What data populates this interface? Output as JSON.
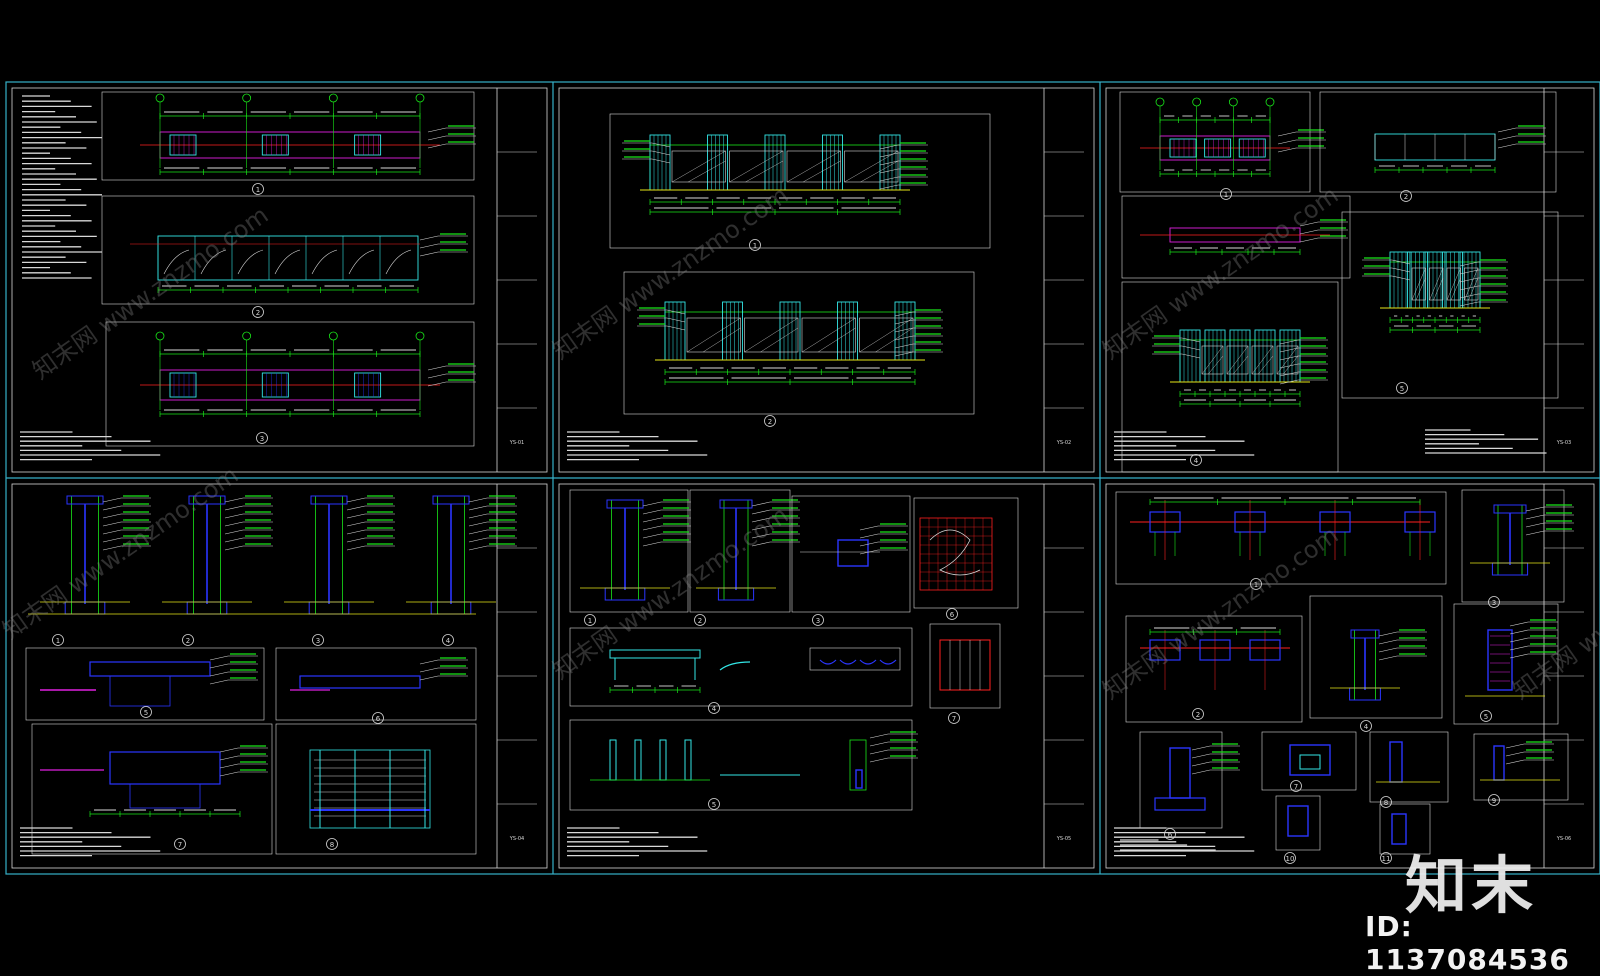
{
  "watermark": {
    "logo_text": "知末",
    "id_text": "ID: 1137084536",
    "diagonal_text": "知末网 www.znzmo.com"
  },
  "colors": {
    "background": "#000000",
    "frame": "#36b0c8",
    "green": "#19e619",
    "cyan": "#33e6e6",
    "white": "#d8d8d8",
    "red": "#ff2020",
    "magenta": "#e020e0",
    "blue": "#2a35ff",
    "yellow": "#e6e619",
    "watermark": "#f2f2f2"
  },
  "sheets": [
    {
      "id": "sheet-1",
      "sheet_no": "YS-01"
    },
    {
      "id": "sheet-2",
      "sheet_no": "YS-02"
    },
    {
      "id": "sheet-3",
      "sheet_no": "YS-03"
    },
    {
      "id": "sheet-4",
      "sheet_no": "YS-04"
    },
    {
      "id": "sheet-5",
      "sheet_no": "YS-05"
    },
    {
      "id": "sheet-6",
      "sheet_no": "YS-06"
    }
  ],
  "detail_markers": [
    "1",
    "2",
    "3",
    "4",
    "5",
    "6",
    "7",
    "8",
    "9",
    "10",
    "11"
  ]
}
